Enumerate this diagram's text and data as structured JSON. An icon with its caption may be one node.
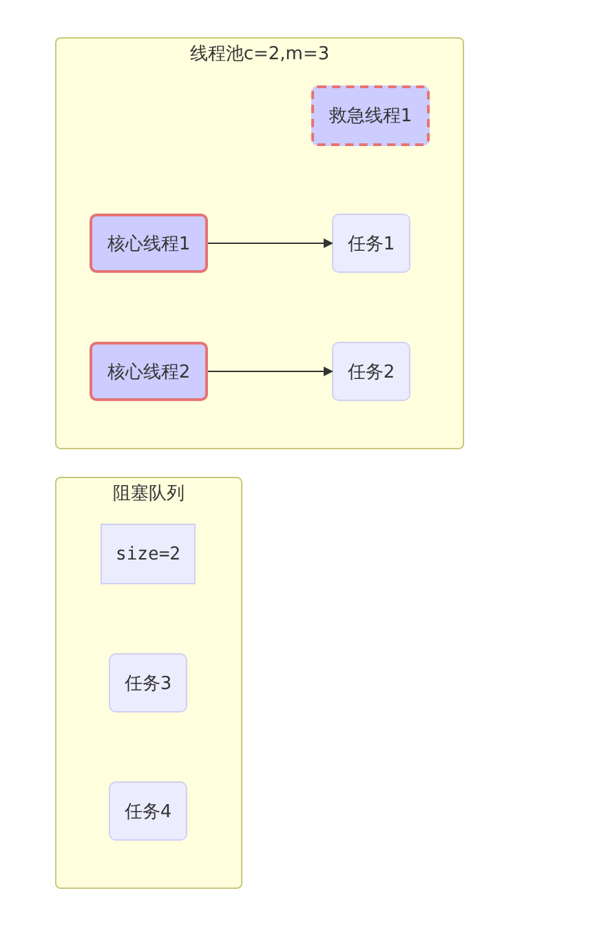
{
  "diagram": {
    "nodes": [
      {
        "text": [
          "线程池c=2,m=3"
        ]
      },
      {
        "text": [
          "救急线程1"
        ],
        "in": 0
      },
      {
        "text": [
          "核心线程1"
        ],
        "in": 0
      },
      {
        "text": [
          "任务1"
        ],
        "in": 0
      },
      {
        "text": [
          "核心线程2"
        ],
        "in": 0
      },
      {
        "text": [
          "任务2"
        ],
        "in": 0
      },
      {
        "text": [
          "阻塞队列"
        ]
      },
      {
        "text": [
          "size=2"
        ],
        "in": 6
      },
      {
        "text": [
          "任务3"
        ],
        "in": 6
      },
      {
        "text": [
          "任务4"
        ],
        "in": 6
      }
    ],
    "edges": [
      {
        "from": 2,
        "to": 3,
        "arrow": "to"
      },
      {
        "from": 4,
        "to": 5,
        "arrow": "to"
      }
    ]
  }
}
